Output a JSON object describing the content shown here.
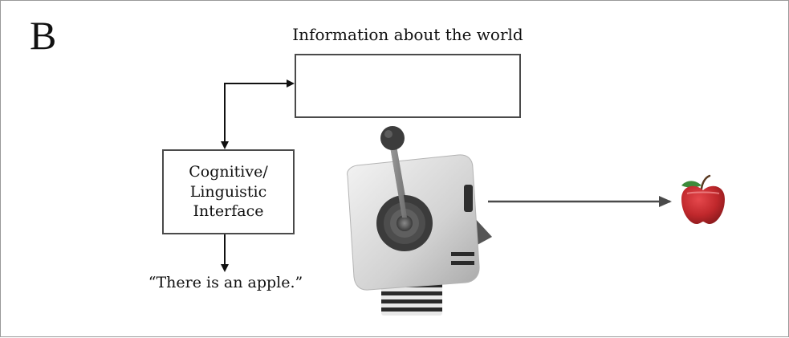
{
  "panel_label": "B",
  "world_box": {
    "title": "Information about the world"
  },
  "interface_box": {
    "label": "Cognitive/\nLinguistic\nInterface"
  },
  "utterance": "“There is an apple.”",
  "icons": {
    "world_apple": "apple-icon",
    "real_apple": "apple-icon",
    "robot": "robot-head-icon"
  },
  "colors": {
    "line": "#3a3a3a",
    "apple_red": "#c0282c",
    "leaf_green": "#3d8a3a",
    "robot_gray": "#d6d6d6"
  }
}
